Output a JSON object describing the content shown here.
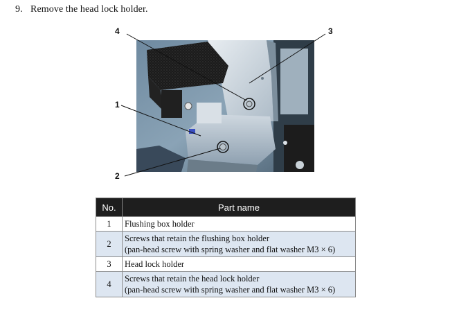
{
  "step": {
    "number": "9.",
    "text": "Remove the head lock holder."
  },
  "callouts": {
    "c1": "1",
    "c2": "2",
    "c3": "3",
    "c4": "4"
  },
  "table": {
    "headers": {
      "no": "No.",
      "part_name": "Part name"
    },
    "rows": [
      {
        "no": "1",
        "name": "Flushing box holder",
        "detail": ""
      },
      {
        "no": "2",
        "name": "Screws that retain the flushing box holder",
        "detail": "(pan-head screw with spring washer and flat washer M3 × 6)"
      },
      {
        "no": "3",
        "name": "Head lock holder",
        "detail": ""
      },
      {
        "no": "4",
        "name": "Screws that retain the head lock holder",
        "detail": "(pan-head screw with spring washer and flat washer M3 × 6)"
      }
    ]
  }
}
